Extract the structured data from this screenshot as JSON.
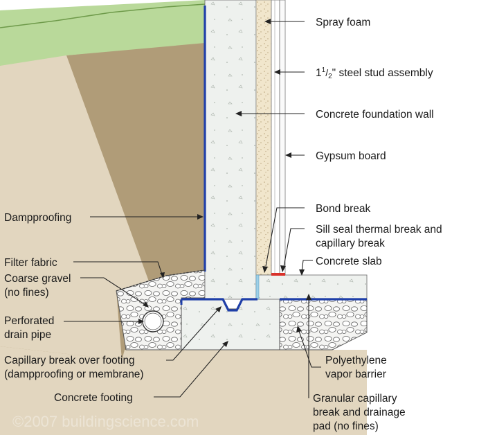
{
  "labels": {
    "spray_foam": "Spray foam",
    "steel_stud_pre": "1",
    "steel_stud_num": "1",
    "steel_stud_den": "2",
    "steel_stud_post": "\" steel stud assembly",
    "concrete_wall": "Concrete foundation wall",
    "gypsum_board": "Gypsum board",
    "bond_break": "Bond break",
    "sill_seal_1": "Sill seal thermal break and",
    "sill_seal_2": "capillary break",
    "concrete_slab": "Concrete slab",
    "dampproofing": "Dampproofing",
    "filter_fabric": "Filter fabric",
    "coarse_gravel_1": "Coarse gravel",
    "coarse_gravel_2": "(no fines)",
    "drain_pipe_1": "Perforated",
    "drain_pipe_2": "drain pipe",
    "capillary_footing_1": "Capillary break over footing",
    "capillary_footing_2": "(dampproofing or membrane)",
    "concrete_footing": "Concrete footing",
    "poly_1": "Polyethylene",
    "poly_2": "vapor barrier",
    "granular_1": "Granular capillary",
    "granular_2": "break and drainage",
    "granular_3": "pad (no fines)"
  },
  "watermark": "©2007 buildingscience.com",
  "colors": {
    "grass": "#b9d99a",
    "soil_light": "#e2d6bf",
    "soil_dark": "#b09c78",
    "concrete": "#eef1ee",
    "foam": "#f1e6cc",
    "membrane": "#1f3fa8",
    "sill_seal": "#d9322b"
  }
}
